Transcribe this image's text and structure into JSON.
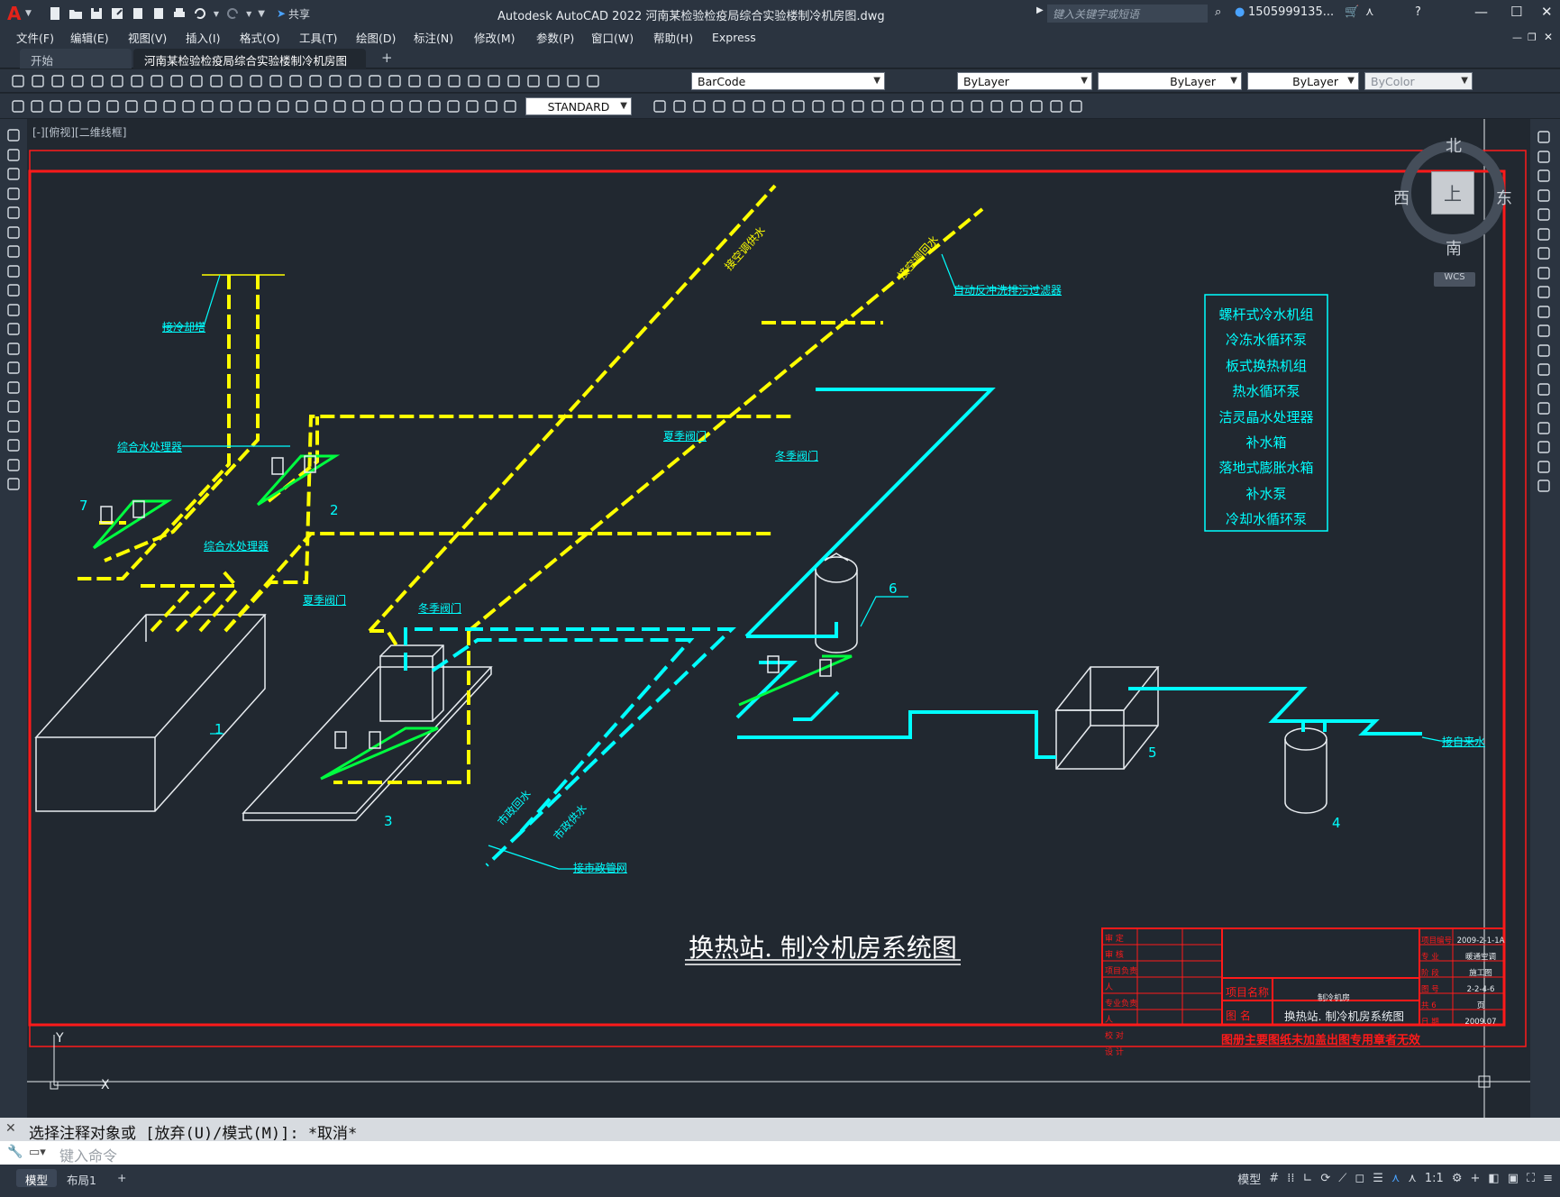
{
  "app": {
    "logo": "A",
    "title": "Autodesk AutoCAD 2022    河南某检验检疫局综合实验楼制冷机房图.dwg",
    "share": "共享",
    "search_placeholder": "键入关键字或短语",
    "user": "1505999135...",
    "window_buttons": [
      "—",
      "☐",
      "✕"
    ]
  },
  "menu": [
    "文件(F)",
    "编辑(E)",
    "视图(V)",
    "插入(I)",
    "格式(O)",
    "工具(T)",
    "绘图(D)",
    "标注(N)",
    "修改(M)",
    "参数(P)",
    "窗口(W)",
    "帮助(H)",
    "Express"
  ],
  "tabs": {
    "start": "开始",
    "active": "河南某检验检疫局综合实验楼制冷机房图*",
    "add": "+"
  },
  "toolbar": {
    "layer": "BarCode",
    "color": "ByLayer",
    "linetype": "ByLayer",
    "lineweight": "ByLayer",
    "plotstyle": "ByColor",
    "textstyle": "STANDARD"
  },
  "viewport": {
    "label": "[-][俯视][二维线框]",
    "cube": {
      "north": "北",
      "south": "南",
      "east": "东",
      "west": "西",
      "top": "上",
      "wcs": "WCS"
    }
  },
  "drawing": {
    "title": "换热站. 制冷机房系统图",
    "legend": [
      "螺杆式冷水机组",
      "冷冻水循环泵",
      "板式换热机组",
      "热水循环泵",
      "洁灵晶水处理器",
      "补水箱",
      "落地式膨胀水箱",
      "补水泵",
      "冷却水循环泵"
    ],
    "labels": {
      "cooling_tower": "接冷却塔",
      "water_treat_1": "综合水处理器",
      "water_treat_2": "综合水处理器",
      "summer_valve_1": "夏季阀门",
      "summer_valve_2": "夏季阀门",
      "winter_valve_1": "冬季阀门",
      "winter_valve_2": "冬季阀门",
      "ac_supply": "接空调供水",
      "ac_return": "接空调回水",
      "filter": "自动反冲洗排污过滤器",
      "city_return": "市政回水",
      "city_supply": "市政供水",
      "city_pipe": "接市政管网",
      "tap_water": "接自来水",
      "n1": "1",
      "n2": "2",
      "n3": "3",
      "n4": "4",
      "n5": "5",
      "n6": "6",
      "n7": "7"
    },
    "title_block": {
      "left_rows": [
        "审 定",
        "审 核",
        "项目负责人",
        "专业负责人",
        "校 对",
        "设 计"
      ],
      "project_label": "项目名称",
      "project_value": "制冷机房",
      "drawing_label": "图 名",
      "drawing_value": "换热站. 制冷机房系统图",
      "right_labels": [
        "项目编号",
        "专 业",
        "阶 段",
        "图 号",
        "共 6",
        "日 期"
      ],
      "right_values": [
        "2009-2-1-1A",
        "暖通空调",
        "施工图",
        "2-2-4-6",
        "页",
        "2009.07"
      ],
      "warning": "图册主要图纸未加盖出图专用章者无效"
    }
  },
  "command": {
    "history": "选择注释对象或 [放弃(U)/模式(M)]: *取消*",
    "placeholder": "键入命令"
  },
  "status": {
    "tabs": [
      "模型",
      "布局1",
      "+"
    ],
    "model": "模型",
    "scale": "1:1"
  }
}
